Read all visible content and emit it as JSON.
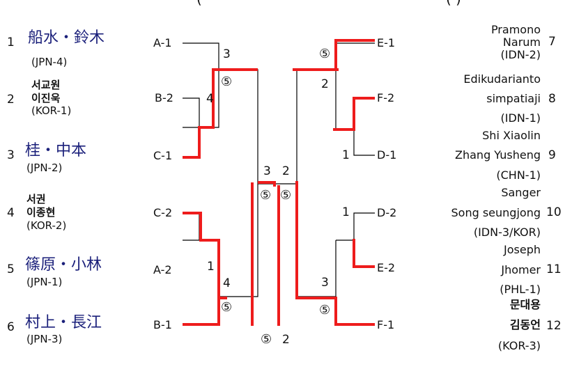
{
  "header_fragments": {
    "mid": "(",
    "right": "(                )"
  },
  "left_teams": [
    {
      "num": "1",
      "name": "船水・鈴木",
      "country": "(JPN-4)"
    },
    {
      "num": "2",
      "name_line1": "서교원",
      "name_line2": "이진욱",
      "country": "(KOR-1)"
    },
    {
      "num": "3",
      "name": "桂・中本",
      "country": "(JPN-2)"
    },
    {
      "num": "4",
      "name_line1": "서권",
      "name_line2": "이종현",
      "country": "(KOR-2)"
    },
    {
      "num": "5",
      "name": "篠原・小林",
      "country": "(JPN-1)"
    },
    {
      "num": "6",
      "name": "村上・長江",
      "country": "(JPN-3)"
    }
  ],
  "right_teams": [
    {
      "num": "7",
      "line1": "Pramono",
      "line2": "Narum",
      "country": "(IDN-2)"
    },
    {
      "num": "8",
      "line1": "Edikudarianto",
      "line2": "simpatiaji",
      "country": "(IDN-1)"
    },
    {
      "num": "9",
      "line1": "Shi Xiaolin",
      "line2": "Zhang Yusheng",
      "country": "(CHN-1)"
    },
    {
      "num": "10",
      "line1": "Sanger",
      "line2": "Song seungjong",
      "country": "(IDN-3/KOR)"
    },
    {
      "num": "11",
      "line1": "Joseph",
      "line2": "Jhomer",
      "country": "(PHL-1)"
    },
    {
      "num": "12",
      "line1": "문대용",
      "line2": "김동언",
      "country": "(KOR-3)"
    }
  ],
  "left_slots": [
    "A-1",
    "B-2",
    "C-1",
    "C-2",
    "A-2",
    "B-1"
  ],
  "right_slots": [
    "E-1",
    "F-2",
    "D-1",
    "D-2",
    "E-2",
    "F-1"
  ],
  "scores": {
    "l_top_upper": "3",
    "l_top_mid": "4",
    "l_top_circle": "⑤",
    "l_bot_mid": "1",
    "l_bot_upper": "4",
    "l_bot_circle": "⑤",
    "r_top_circle": "⑤",
    "r_top_lower": "2",
    "r_top_mid": "1",
    "r_bot_mid": "1",
    "r_bot_upper": "3",
    "r_bot_circle": "⑤",
    "semi_left": "3",
    "semi_right": "2",
    "semi_left_circle": "⑤",
    "semi_right_circle": "⑤",
    "final_circle": "⑤",
    "final_score": "2"
  },
  "colors": {
    "winner_line": "#ee1c1c",
    "line": "#000000",
    "japanese_name": "#1a1f7a"
  }
}
